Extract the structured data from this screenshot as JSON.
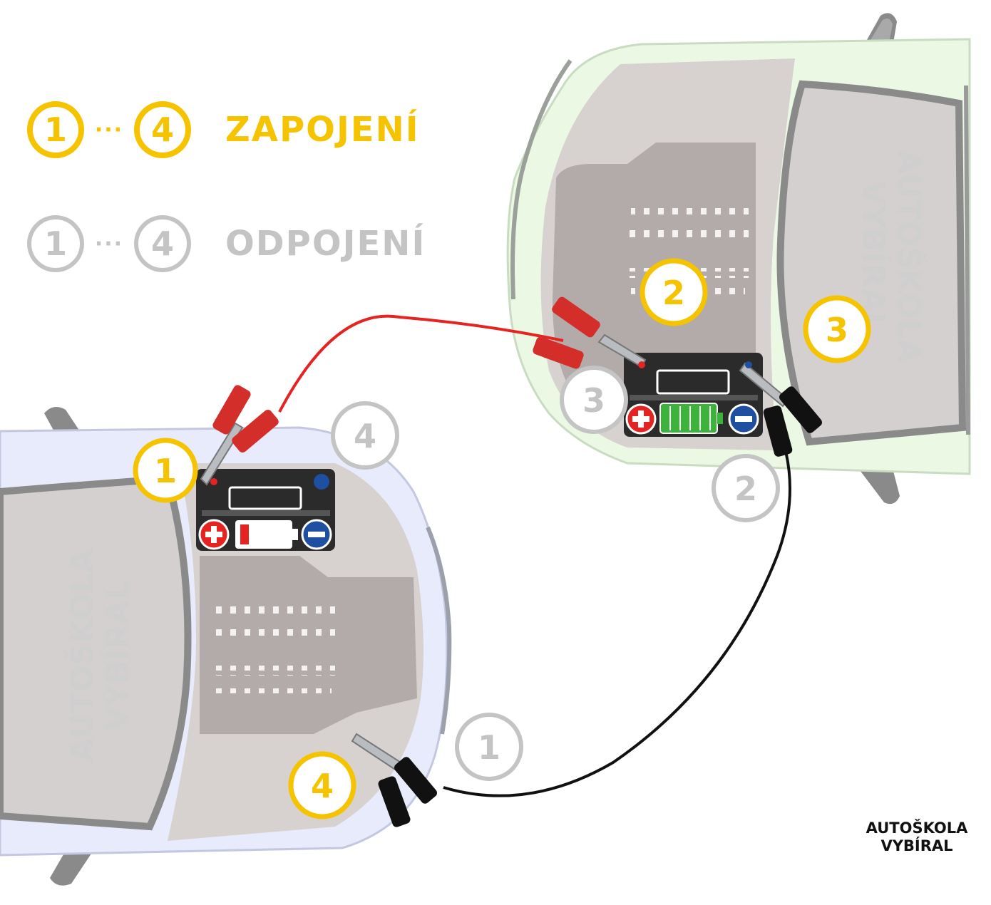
{
  "legend": {
    "connect": {
      "from": "1",
      "to": "4",
      "dots": "···",
      "label": "ZAPOJENÍ",
      "color": "#f5c300"
    },
    "disconnect": {
      "from": "1",
      "to": "4",
      "dots": "···",
      "label": "ODPOJENÍ",
      "color": "#c4c4c4"
    }
  },
  "steps_connect": [
    {
      "number": "1",
      "where": "dead-battery-plus"
    },
    {
      "number": "2",
      "where": "donor-battery-plus"
    },
    {
      "number": "3",
      "where": "donor-battery-minus"
    },
    {
      "number": "4",
      "where": "dead-car-ground"
    }
  ],
  "steps_disconnect": [
    {
      "number": "1",
      "where": "dead-car-ground"
    },
    {
      "number": "2",
      "where": "donor-battery-minus"
    },
    {
      "number": "3",
      "where": "donor-battery-plus"
    },
    {
      "number": "4",
      "where": "dead-battery-plus"
    }
  ],
  "watermark": {
    "line1": "AUTOŠKOLA",
    "line2": "VYBÍRAL"
  },
  "brand": {
    "line1": "AUTOŠKOLA",
    "line2": "VYBÍRAL"
  },
  "colors": {
    "connect": "#f5c300",
    "disconnect": "#c4c4c4",
    "positive": "#e52421",
    "negative": "#1f4fa0",
    "cable_red": "#e52421",
    "cable_black": "#111111",
    "donor_car": "#eaf8e4",
    "dead_car": "#e8ebfb",
    "battery_full": "#3cb43c",
    "battery_low": "#e52421"
  },
  "icons": {
    "plus": "plus-terminal-icon",
    "minus": "minus-terminal-icon",
    "battery_full": "battery-full-icon",
    "battery_low": "battery-low-icon",
    "clamp": "jumper-clamp-icon"
  }
}
